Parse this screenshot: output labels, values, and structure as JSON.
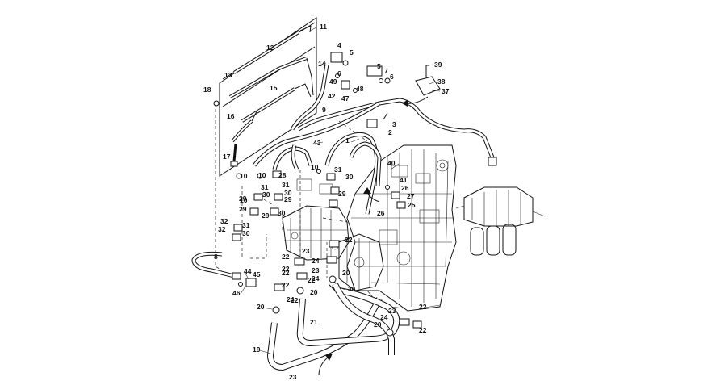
{
  "callouts": {
    "c1": "1",
    "c2": "2",
    "c3": "3",
    "c4": "4",
    "c5": "5",
    "c5b": "5",
    "c6": "6",
    "c6b": "6",
    "c7": "7",
    "c8": "8",
    "c9": "9",
    "c10a": "10",
    "c10b": "10",
    "c10c": "10",
    "c10d": "10",
    "c11": "11",
    "c12": "12",
    "c13": "13",
    "c14": "14",
    "c15": "15",
    "c16": "16",
    "c17": "17",
    "c18": "18",
    "c19": "19",
    "c20a": "20",
    "c20b": "20",
    "c20c": "20",
    "c20d": "20",
    "c21": "21",
    "c22a": "22",
    "c22b": "22",
    "c22c": "22",
    "c22d": "22",
    "c22e": "22",
    "c22f": "22",
    "c22g": "22",
    "c22h": "22",
    "c22i": "22",
    "c23a": "23",
    "c23b": "23",
    "c23c": "23",
    "c23d": "23",
    "c24a": "24",
    "c24b": "24",
    "c24c": "24",
    "c24d": "24",
    "c25": "25",
    "c26a": "26",
    "c26b": "26",
    "c27": "27",
    "c28": "28",
    "c29a": "29",
    "c29b": "29",
    "c29c": "29",
    "c29d": "29",
    "c29e": "29",
    "c30a": "30",
    "c30b": "30",
    "c30c": "30",
    "c30d": "30",
    "c30e": "30",
    "c31a": "31",
    "c31b": "31",
    "c31c": "31",
    "c31d": "31",
    "c32a": "32",
    "c32b": "32",
    "c36": "36",
    "c37": "37",
    "c38": "38",
    "c39": "39",
    "c40": "40",
    "c41": "41",
    "c42": "42",
    "c43": "43",
    "c44": "44",
    "c45": "45",
    "c46": "46",
    "c47": "47",
    "c48": "48",
    "c49": "49"
  }
}
